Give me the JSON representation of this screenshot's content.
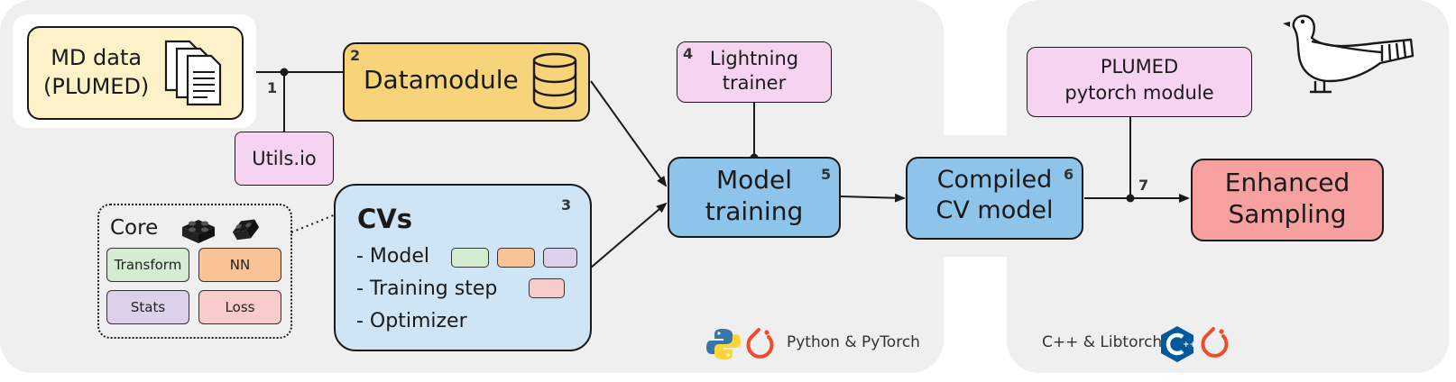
{
  "panels": {
    "python": "Python & PyTorch",
    "cpp": "C++ &  Libtorch"
  },
  "nodes": {
    "md_data": "MD data\n(PLUMED)",
    "datamodule": "Datamodule",
    "utils": "Utils.io",
    "lightning": "Lightning\ntrainer",
    "model_training": "Model\ntraining",
    "compiled": "Compiled\nCV model",
    "plumed_module": "PLUMED\npytorch module",
    "enhanced": "Enhanced\nSampling",
    "cvs_title": "CVs",
    "cvs_items": [
      "- Model",
      "- Training step",
      "- Optimizer"
    ]
  },
  "core": {
    "title": "Core",
    "chips": [
      "Transform",
      "NN",
      "Stats",
      "Loss"
    ]
  },
  "step_numbers": [
    "1",
    "2",
    "3",
    "4",
    "5",
    "6",
    "7"
  ],
  "colors": {
    "panel_bg": "#efefef",
    "md_data": "#fdf1c8",
    "datamodule": "#f7d37a",
    "pink": "#f6d4f1",
    "blue_dark": "#8ec3ea",
    "blue_light": "#cfe4f5",
    "enhanced": "#f7a0a0",
    "transform": "#d4ecd2",
    "nn": "#f9c396",
    "stats": "#ddd0ea",
    "loss": "#f9cccc"
  },
  "icons": [
    "documents-icon",
    "database-icon",
    "lego-brick-icon",
    "python-logo-icon",
    "pytorch-logo-icon",
    "cpp-logo-icon",
    "pigeon-icon"
  ]
}
